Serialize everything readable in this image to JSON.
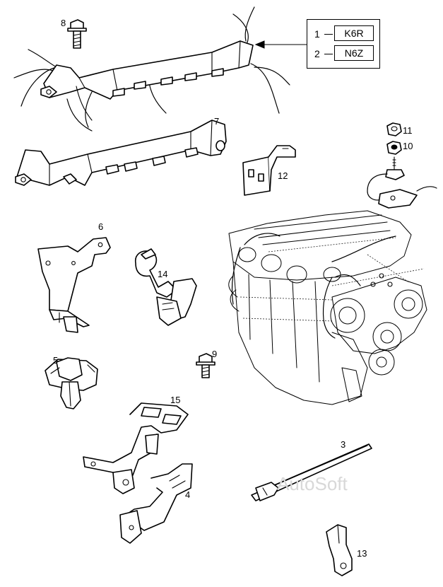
{
  "legend": {
    "rows": [
      {
        "num": "1",
        "code": "K6R"
      },
      {
        "num": "2",
        "code": "N6Z"
      }
    ]
  },
  "callouts": {
    "p3": "3",
    "p4": "4",
    "p5": "5",
    "p6": "6",
    "p7": "7",
    "p8": "8",
    "p9": "9",
    "p10": "10",
    "p11": "11",
    "p12": "12",
    "p13": "13",
    "p14": "14",
    "p15": "15"
  },
  "watermark": "AutoSoft"
}
